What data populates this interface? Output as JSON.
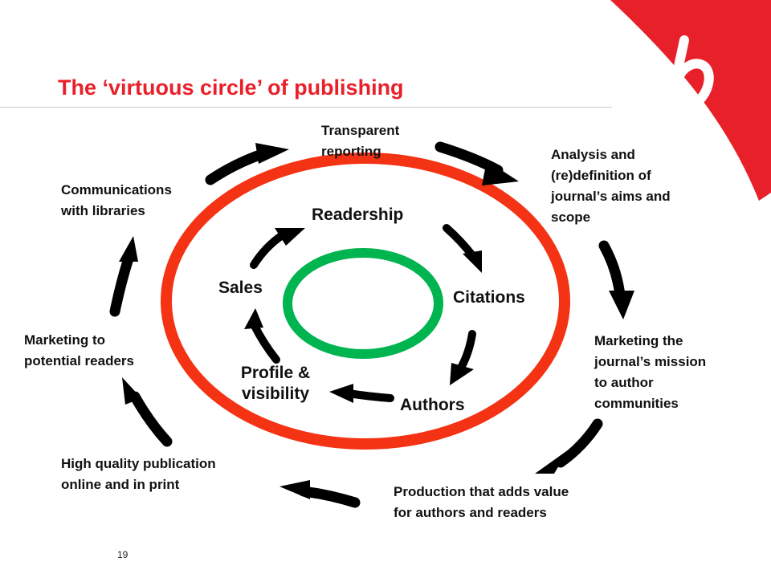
{
  "slide": {
    "title": "The ‘virtuous circle’ of publishing",
    "page_number": "19",
    "logo_letter": "b"
  },
  "colors": {
    "title": "#e8202a",
    "outer_ring": "#f43214",
    "inner_ring": "#00b450",
    "logo": "#e8202a",
    "arrows": "#000000"
  },
  "outer_cycle": [
    "Transparent\nreporting",
    "Analysis and\n(re)definition of\njournal’s aims and\nscope",
    "Marketing the\njournal’s mission\nto author\ncommunities",
    "Production that adds value\nfor authors and readers",
    "High quality publication\nonline and in print",
    "Marketing to\npotential readers",
    "Communications\nwith libraries"
  ],
  "inner_cycle": [
    "Readership",
    "Citations",
    "Authors",
    "Profile &\nvisibility",
    "Sales"
  ]
}
